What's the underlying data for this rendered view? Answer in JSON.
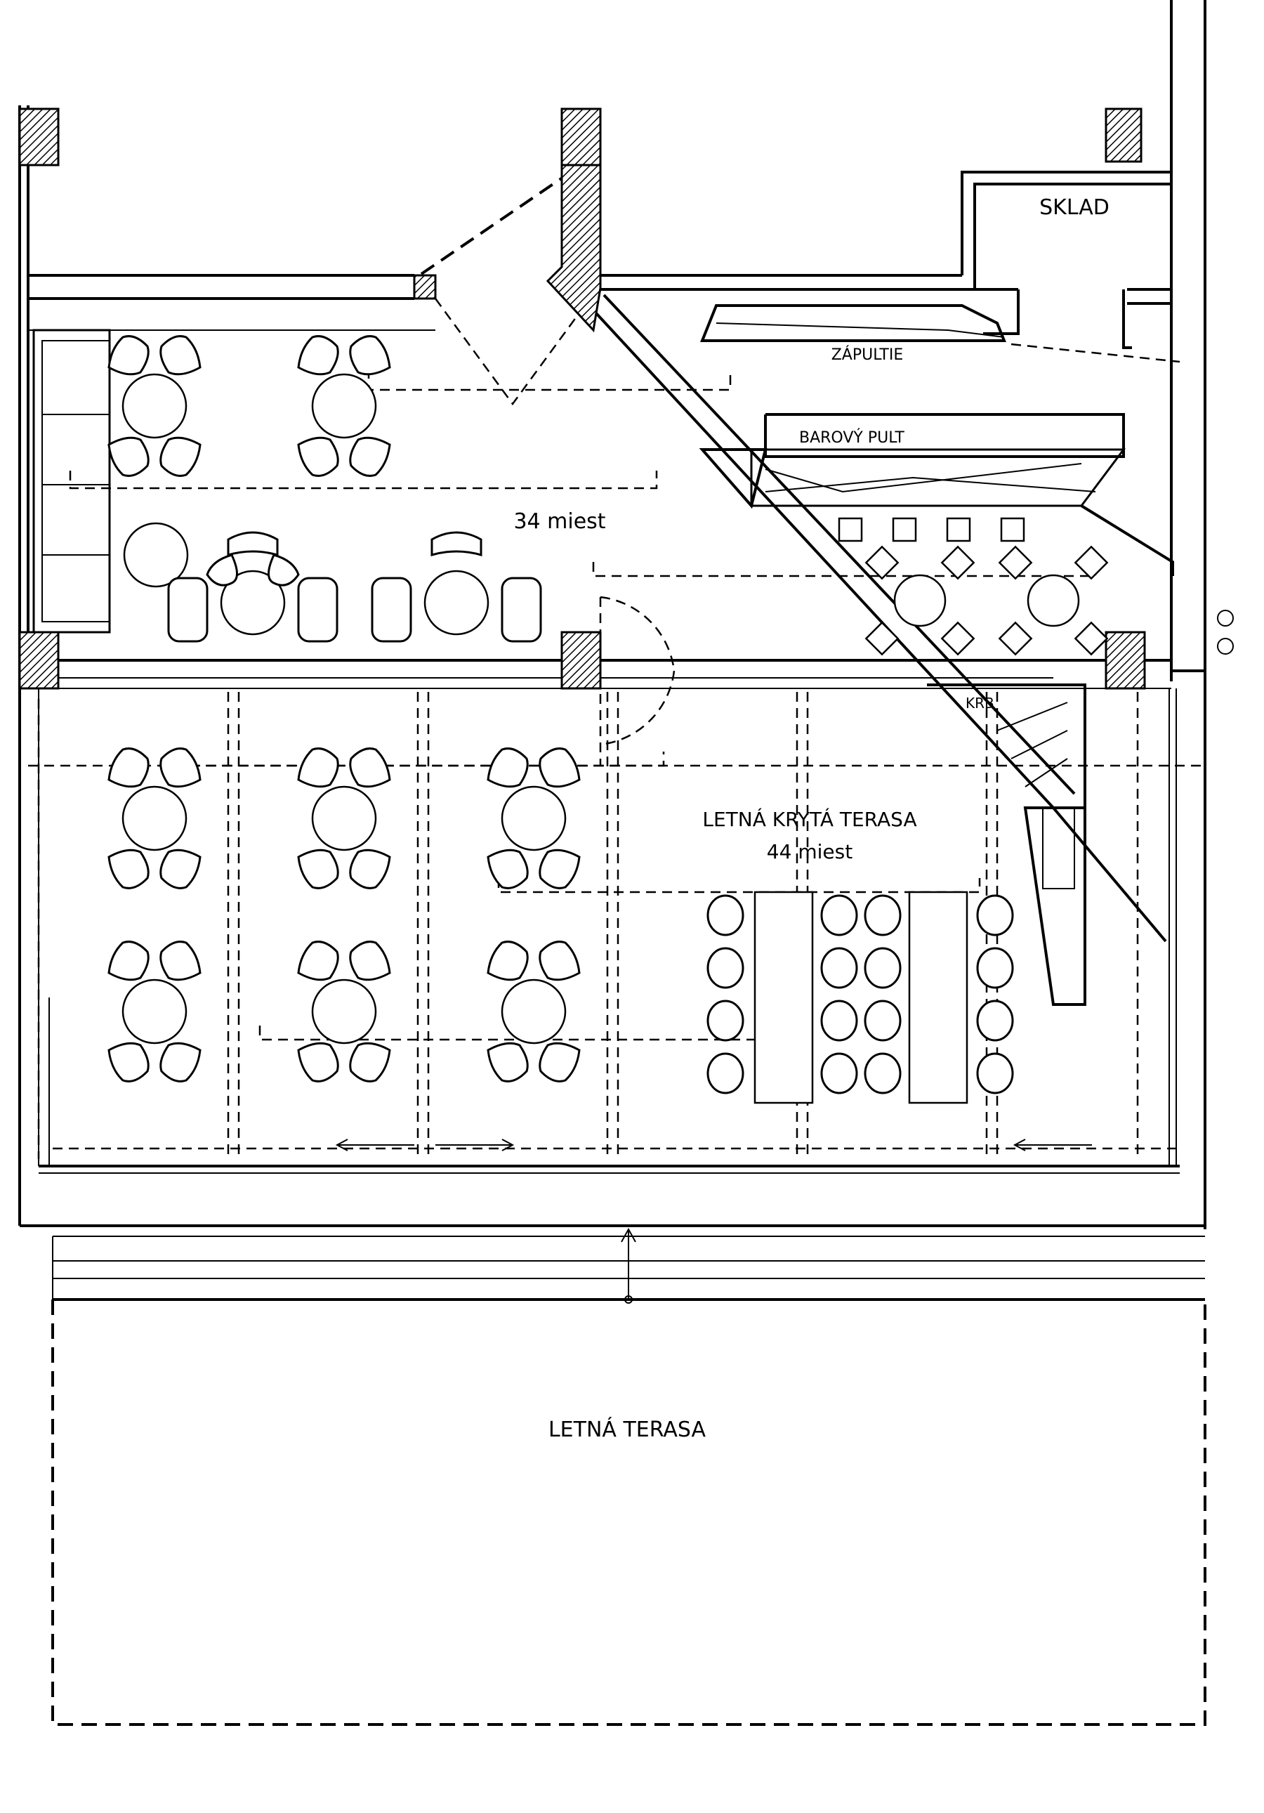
{
  "labels": {
    "sklad": "SKLAD",
    "zapultie": "ZÁPULTIE",
    "barovy_pult": "BAROVÝ PULT",
    "interior_seats": "34 miest",
    "krb": "KRB",
    "covered_terrace": "LETNÁ KRYTÁ TERASA",
    "covered_terrace_seats": "44 miest",
    "open_terrace": "LETNÁ TERASA"
  },
  "colors": {
    "line": "#000000",
    "background": "#ffffff"
  }
}
